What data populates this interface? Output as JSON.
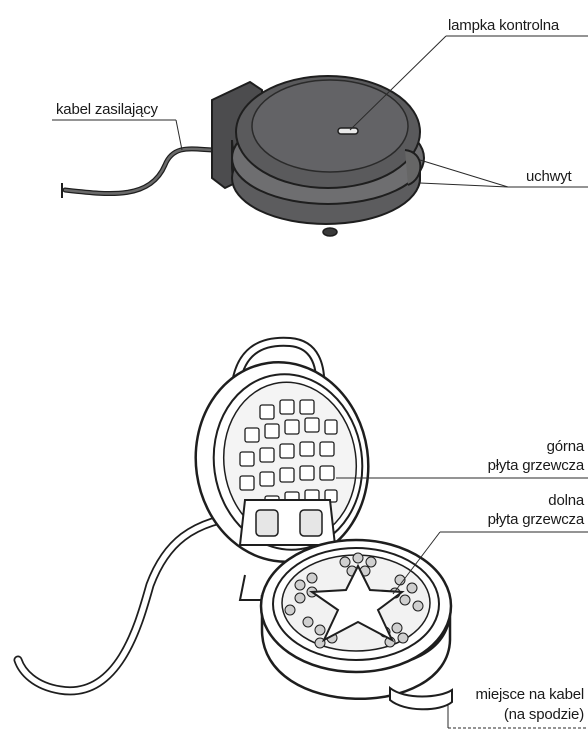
{
  "labels": {
    "indicator_light": "lampka kontrolna",
    "power_cord": "kabel zasilający",
    "handle": "uchwyt",
    "upper_plate_1": "górna",
    "upper_plate_2": "płyta grzewcza",
    "lower_plate_1": "dolna",
    "lower_plate_2": "płyta grzewcza",
    "cord_storage_1": "miejsce na kabel",
    "cord_storage_2": "(na spodzie)"
  },
  "colors": {
    "body_dark": "#5a5a5c",
    "body_mid": "#7a7a7c",
    "outline": "#1e1e1e",
    "leader": "#2a2a2a"
  }
}
